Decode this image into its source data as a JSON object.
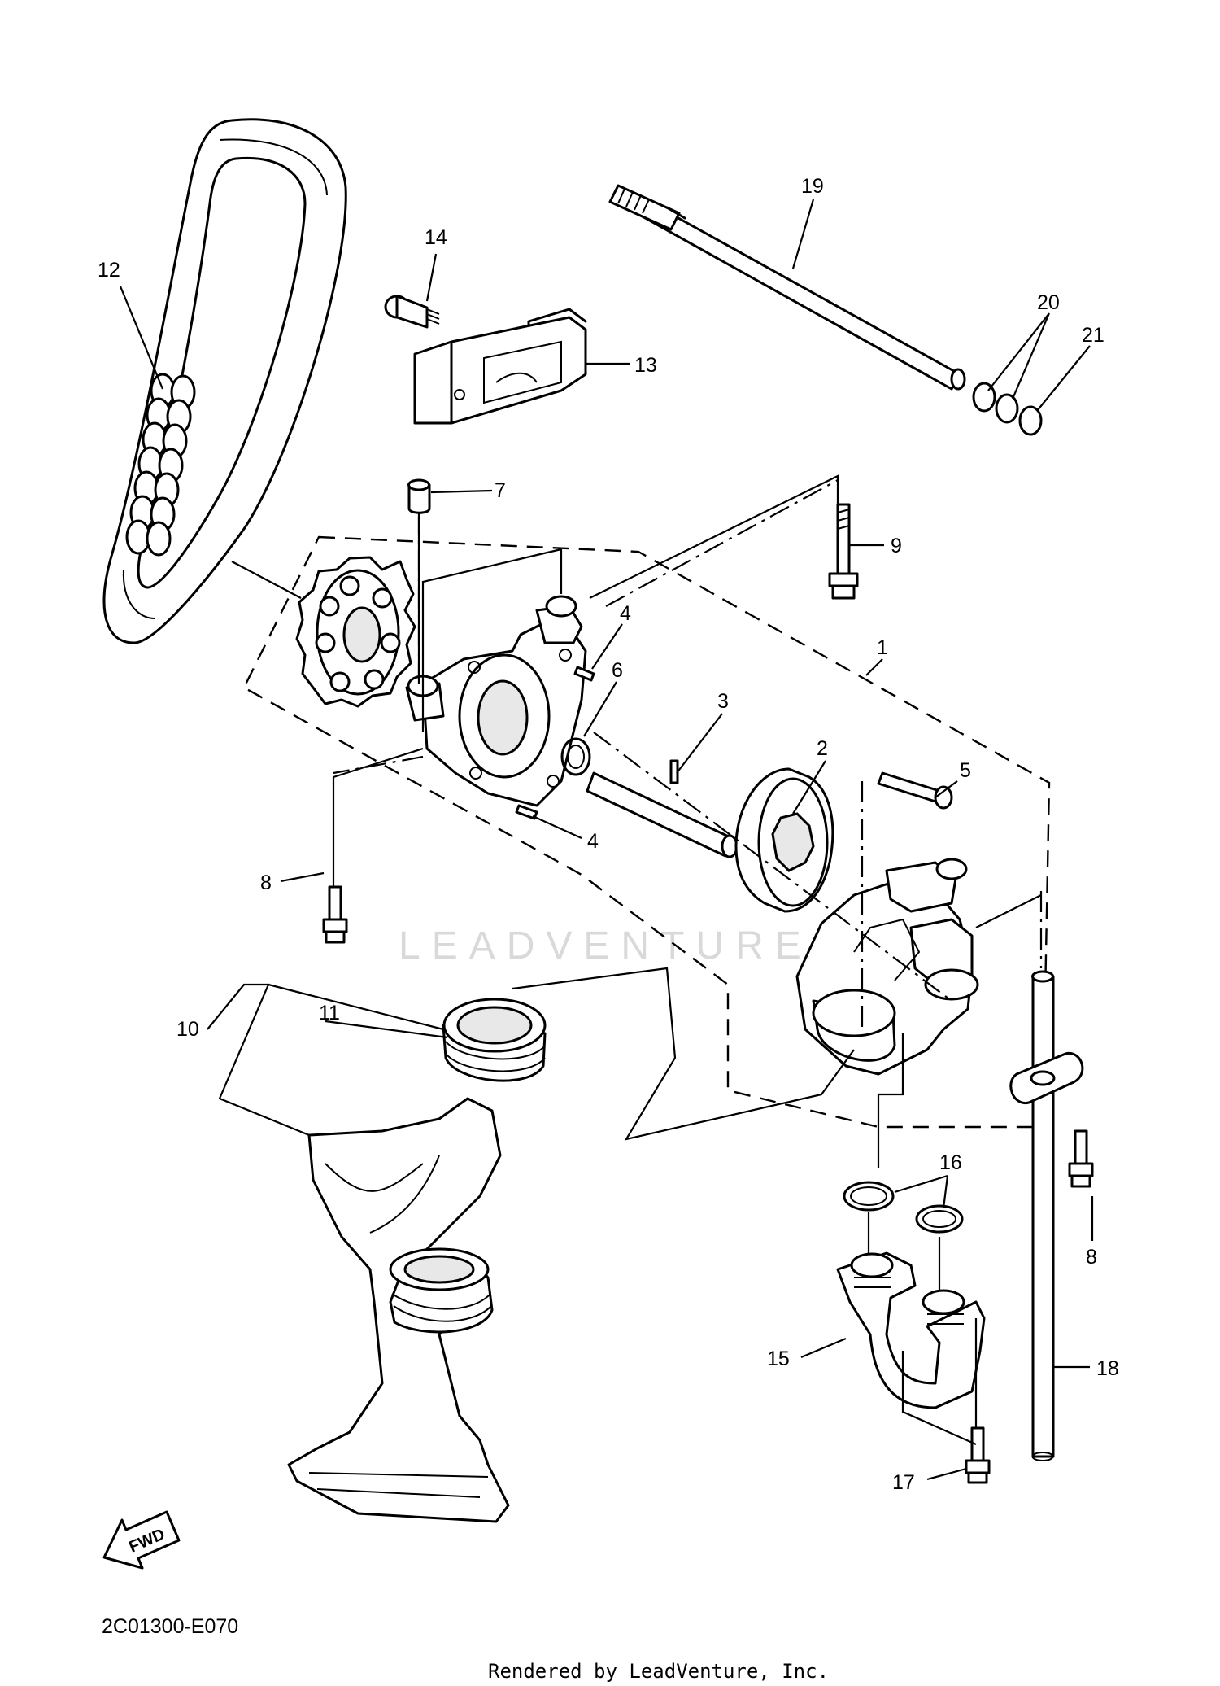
{
  "diagram_code": "2C01300-E070",
  "credit": "Rendered by LeadVenture, Inc.",
  "watermark": "LEADVENTURE",
  "fwd_label": "FWD",
  "callouts": [
    {
      "id": "c1",
      "label": "1"
    },
    {
      "id": "c2",
      "label": "2"
    },
    {
      "id": "c3",
      "label": "3"
    },
    {
      "id": "c4a",
      "label": "4"
    },
    {
      "id": "c4b",
      "label": "4"
    },
    {
      "id": "c5",
      "label": "5"
    },
    {
      "id": "c6",
      "label": "6"
    },
    {
      "id": "c7",
      "label": "7"
    },
    {
      "id": "c8a",
      "label": "8"
    },
    {
      "id": "c8b",
      "label": "8"
    },
    {
      "id": "c9",
      "label": "9"
    },
    {
      "id": "c10",
      "label": "10"
    },
    {
      "id": "c11",
      "label": "11"
    },
    {
      "id": "c12",
      "label": "12"
    },
    {
      "id": "c13",
      "label": "13"
    },
    {
      "id": "c14",
      "label": "14"
    },
    {
      "id": "c15",
      "label": "15"
    },
    {
      "id": "c16",
      "label": "16"
    },
    {
      "id": "c17",
      "label": "17"
    },
    {
      "id": "c18",
      "label": "18"
    },
    {
      "id": "c19",
      "label": "19"
    },
    {
      "id": "c20",
      "label": "20"
    },
    {
      "id": "c21",
      "label": "21"
    }
  ]
}
